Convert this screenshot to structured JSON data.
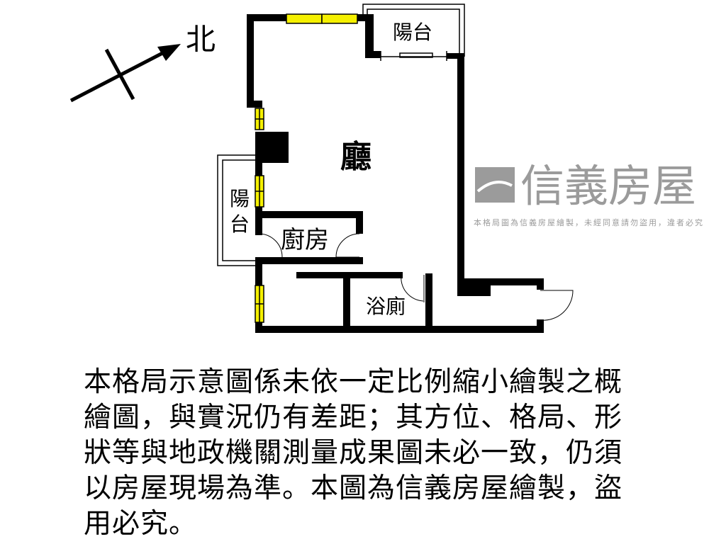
{
  "compass": {
    "north_label": "北"
  },
  "rooms": {
    "living": "廳",
    "balcony_top": "陽台",
    "balcony_left_1": "陽",
    "balcony_left_2": "台",
    "kitchen": "廚房",
    "bathroom": "浴廁"
  },
  "watermark": {
    "brand": "信義房屋",
    "notice": "本格局圖為信義房屋繪製，未經同意請勿盜用，違者必究"
  },
  "disclaimer_lines": [
    "本格局示意圖係未依一定比例縮小繪製之概",
    "繪圖，與實況仍有差距；其方位、格局、形",
    "狀等與地政機關測量成果圖未必一致，仍須",
    "以房屋現場為準。本圖為信義房屋繪製，盜",
    "用必究。"
  ],
  "colors": {
    "wall": "#000000",
    "window": "#f5f000",
    "watermark": "#8a8a8a"
  }
}
